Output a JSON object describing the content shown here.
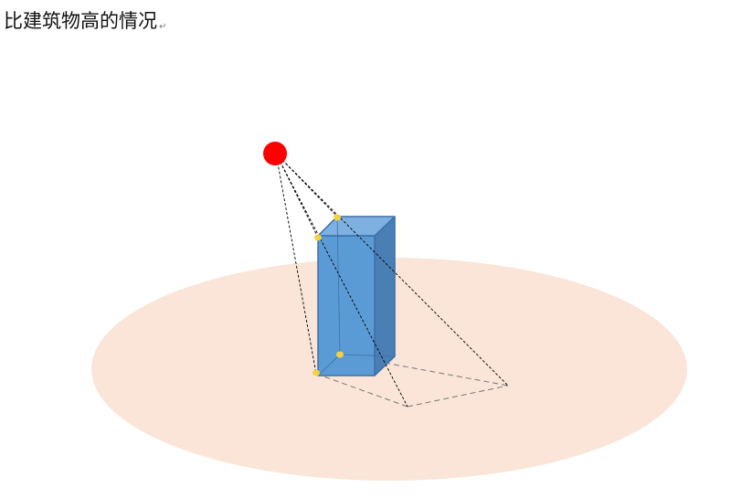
{
  "document": {
    "heading": "比建筑物高的情况",
    "paragraph_mark": "↵"
  },
  "diagram": {
    "colors": {
      "ground": "#FAE5D8",
      "building_front": "#5B9BD5",
      "building_top": "#7EB0E2",
      "building_side": "#4A7FB5",
      "building_edge": "#3D6FA6",
      "light_source": "#FF0000",
      "vertex_marker": "#F5D040",
      "ray_line": "#000000",
      "shadow_outline": "#777777"
    },
    "elements": [
      "ground-ellipse",
      "building-box",
      "light-source",
      "light-rays",
      "shadow-outline",
      "vertex-markers"
    ]
  }
}
